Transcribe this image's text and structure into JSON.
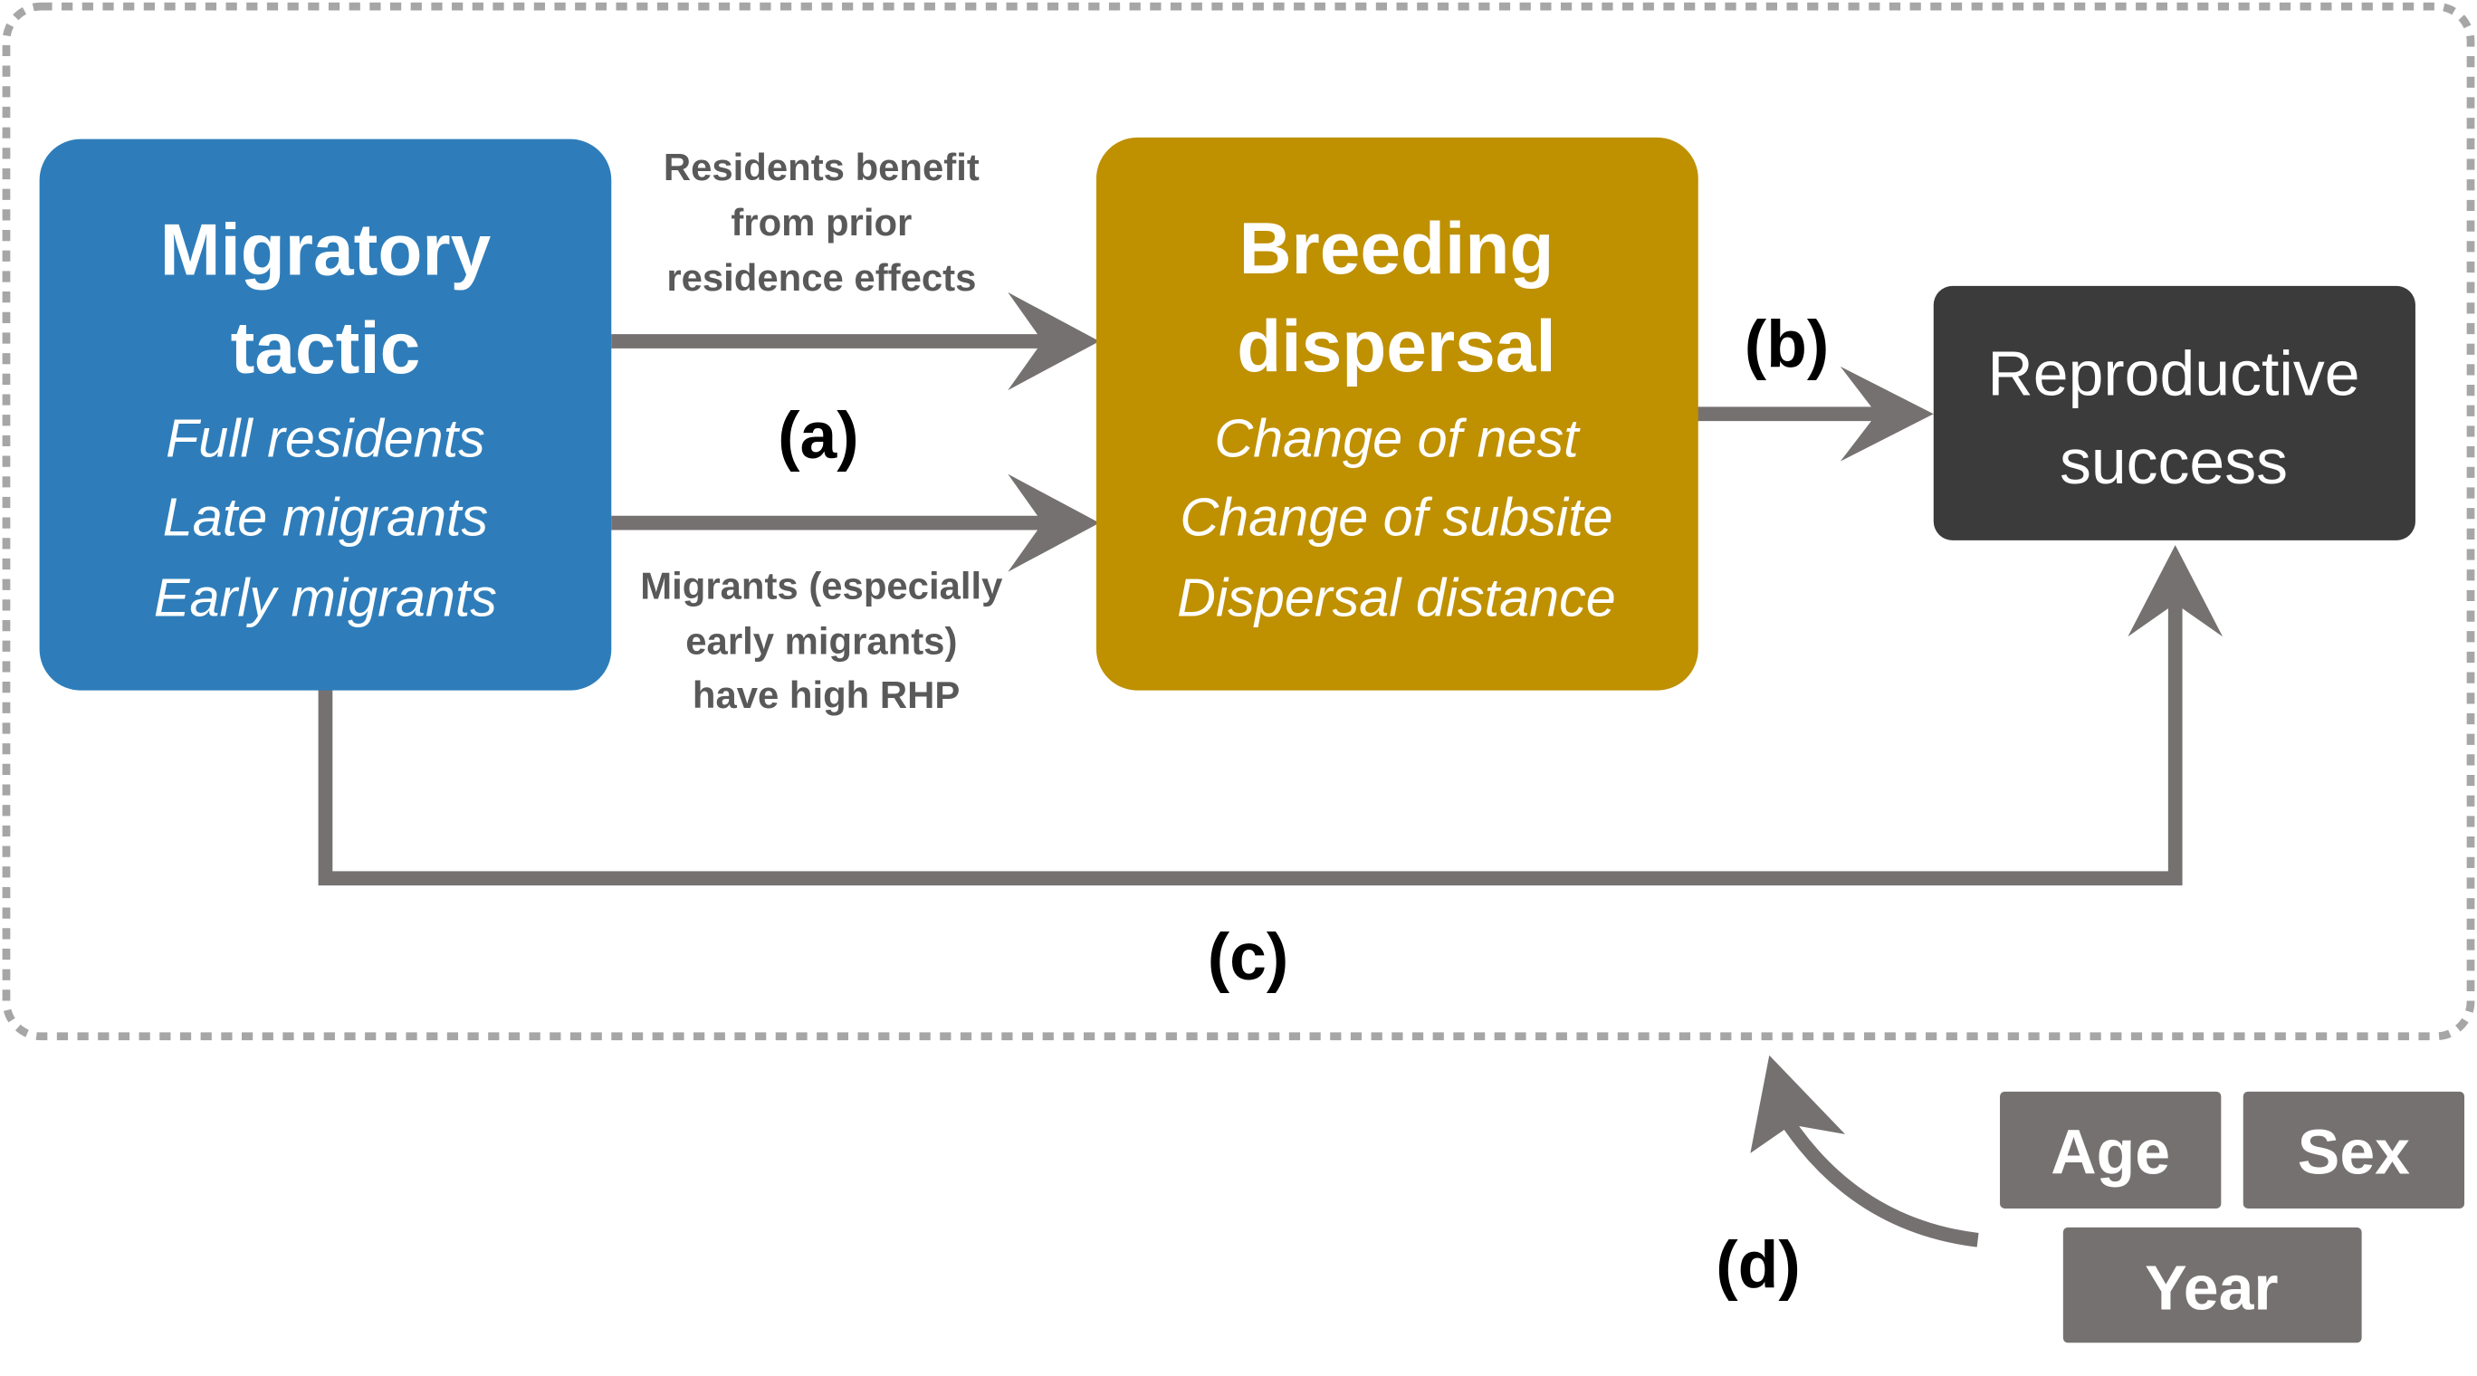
{
  "colors": {
    "blue": "#2e7dba",
    "gold": "#bf9000",
    "dark": "#3b3b3b",
    "arrow": "#767171",
    "border": "#a6a6a6"
  },
  "migratory": {
    "title_1": "Migratory",
    "title_2": "tactic",
    "items": [
      "Full residents",
      "Late migrants",
      "Early migrants"
    ]
  },
  "breeding": {
    "title_1": "Breeding",
    "title_2": "dispersal",
    "items": [
      "Change of nest",
      "Change of subsite",
      "Dispersal distance"
    ]
  },
  "reproductive": {
    "line_1": "Reproductive",
    "line_2": "success"
  },
  "annotations": {
    "residents": [
      "Residents benefit",
      "from prior",
      "residence effects"
    ],
    "migrants": [
      "Migrants (especially",
      "early migrants)",
      "have high RHP"
    ]
  },
  "labels": {
    "a": "(a)",
    "b": "(b)",
    "c": "(c)",
    "d": "(d)"
  },
  "covariates": {
    "age": "Age",
    "sex": "Sex",
    "year": "Year"
  }
}
